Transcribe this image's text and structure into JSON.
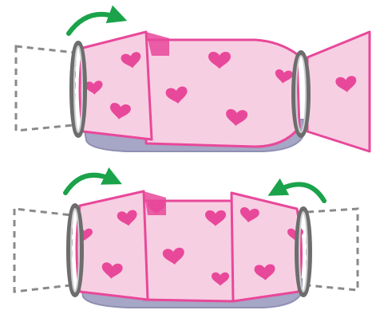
{
  "diagram": {
    "colors": {
      "background": "#ffffff",
      "fabric_fill": "#f7cfe2",
      "fabric_outline": "#e8489a",
      "heart": "#e8489a",
      "can_body": "#a6a6c6",
      "can_shadow": "#8f8fb3",
      "ring_outer": "#6d6d6d",
      "ring_inner": "#cfcfcf",
      "arrow": "#1aa34a",
      "dashed_outline": "#8a8a8a"
    },
    "icons": {
      "fold_arrow": "curved-arrow-icon",
      "heart": "heart-icon",
      "ring": "rubber-band-ring",
      "dashed_flap": "dashed-flap-outline"
    },
    "steps": [
      {
        "step": 1,
        "folded_sides": [
          "left"
        ],
        "arrow_count": 1
      },
      {
        "step": 2,
        "folded_sides": [
          "left",
          "right"
        ],
        "arrow_count": 2
      }
    ]
  }
}
